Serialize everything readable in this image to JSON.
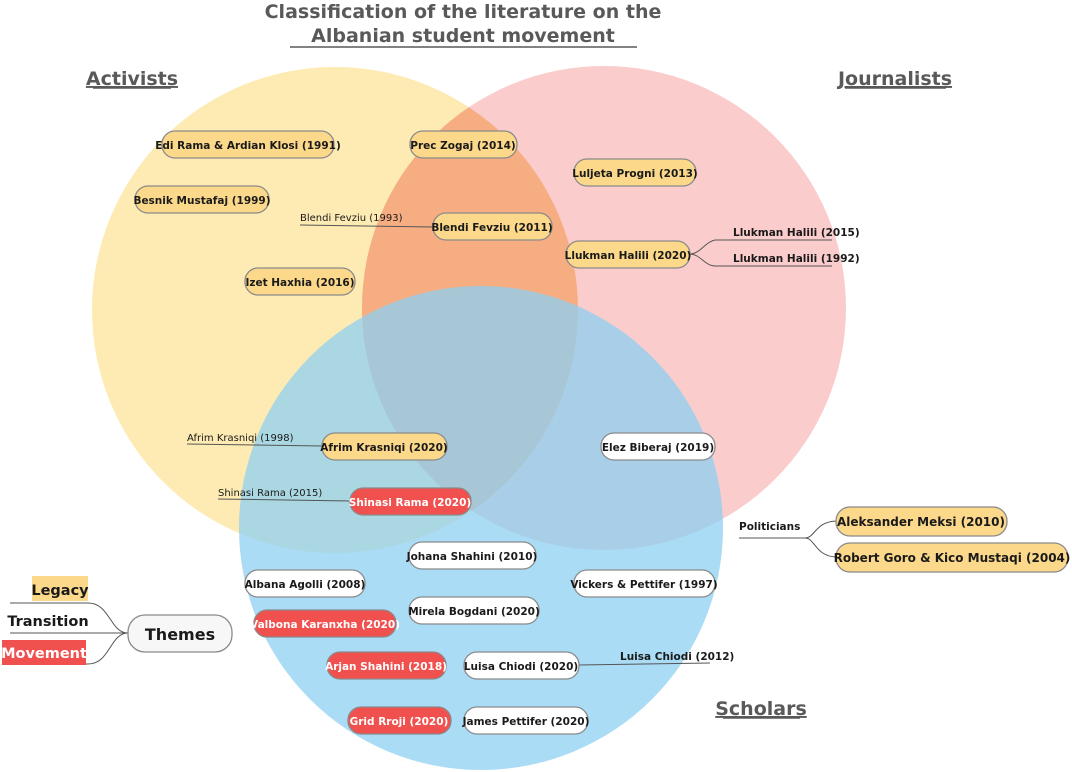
{
  "title": {
    "line1": "Classification of the literature on the",
    "line2": "Albanian student movement"
  },
  "sets": {
    "activists": "Activists",
    "journalists": "Journalists",
    "scholars": "Scholars"
  },
  "colors": {
    "activists": "#fde49a",
    "journalists": "#f7a3a3",
    "scholars": "#8dd0f2",
    "legacy": "#fcd88a",
    "movement": "#f0514f",
    "transition": "#ffffff"
  },
  "works": {
    "rama_klosi": "Edi Rama & Ardian Klosi (1991)",
    "zogaj": "Prec Zogaj (2014)",
    "progni": "Luljeta Progni (2013)",
    "mustafaj": "Besnik Mustafaj (1999)",
    "fevziu_1993": "Blendi Fevziu (1993)",
    "fevziu_2011": "Blendi Fevziu (2011)",
    "halili_2020": "Llukman Halili (2020)",
    "halili_2015": "Llukman Halili  (2015)",
    "halili_1992": "Llukman Halili (1992)",
    "haxhia": "Izet Haxhia (2016)",
    "krasniqi_1998": "Afrim Krasniqi (1998)",
    "krasniqi_2020": "Afrim Krasniqi (2020)",
    "biberaj": "Elez Biberaj (2019)",
    "shinasi_2015": "Shinasi Rama (2015)",
    "shinasi_2020": "Shinasi Rama (2020)",
    "shahini_j": "Johana Shahini (2010)",
    "agolli": "Albana Agolli (2008)",
    "vickers": "Vickers & Pettifer (1997)",
    "bogdani": "Mirela Bogdani (2020)",
    "karanxha": "Valbona Karanxha (2020)",
    "shahini_a": "Arjan Shahini (2018)",
    "chiodi_2020": "Luisa Chiodi (2020)",
    "chiodi_2012": "Luisa Chiodi (2012)",
    "rroji": "Grid Rroji (2020)",
    "pettifer": "James Pettifer (2020)"
  },
  "politicians": {
    "label": "Politicians",
    "meksi": "Aleksander Meksi (2010)",
    "goro": "Robert Goro & Kico Mustaqi (2004)"
  },
  "legend": {
    "themes": "Themes",
    "legacy": "Legacy",
    "transition": "Transition",
    "movement": "Movement"
  }
}
